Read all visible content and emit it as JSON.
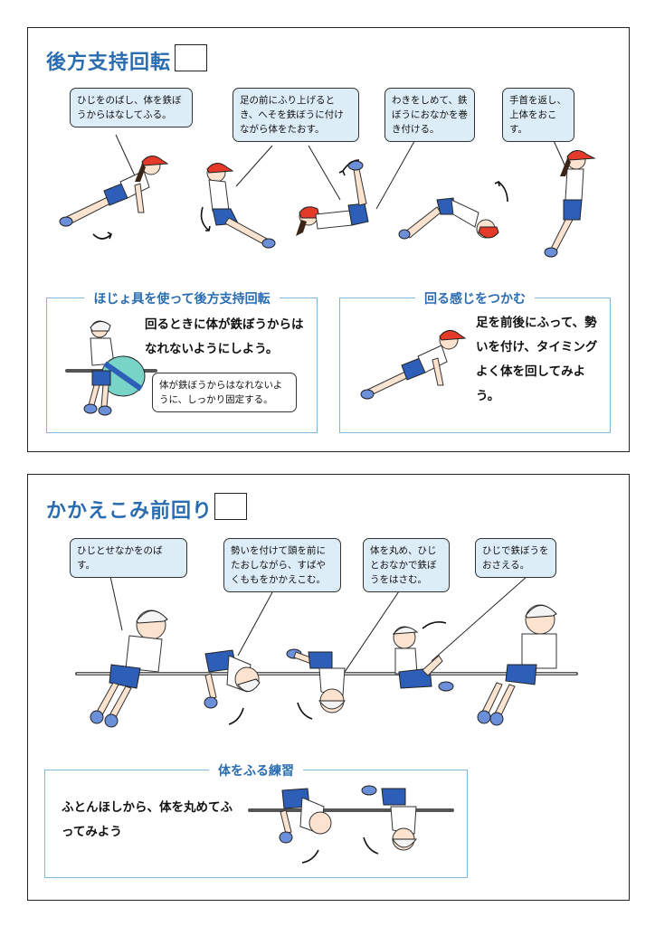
{
  "section1": {
    "title": "後方支持回転",
    "callouts": [
      "ひじをのばし、体を鉄ぼうからはなしてふる。",
      "足の前にふり上げるとき、へそを鉄ぼうに付けながら体をたおす。",
      "わきをしめて、鉄ぼうにおなかを巻き付ける。",
      "手首を返し、上体をおこす。"
    ],
    "assist": {
      "heading": "ほじょ具を使って後方支持回転",
      "text": "回るときに体が鉄ぼうからはなれないようにしよう。",
      "note": "体が鉄ぼうからはなれないように、しっかり固定する。"
    },
    "feel": {
      "heading": "回る感じをつかむ",
      "text": "足を前後にふって、勢いを付け、タイミングよく体を回してみよう。"
    }
  },
  "section2": {
    "title": "かかえこみ前回り",
    "callouts": [
      "ひじとせなかをのばす。",
      "勢いを付けて頭を前にたおしながら、すばやくももをかかえこむ。",
      "体を丸め、ひじとおなかで鉄ぼうをはさむ。",
      "ひじで鉄ぼうをおさえる。"
    ],
    "practice": {
      "heading": "体をふる練習",
      "text": "ふとんほしから、体を丸めてふってみよう"
    }
  },
  "colors": {
    "title_blue": "#2a6cb0",
    "callout_fill": "#dcedf8",
    "subbox_border": "#7fb6dc",
    "cap_red": "#e33a2a",
    "shorts_blue": "#2d5fb8"
  }
}
